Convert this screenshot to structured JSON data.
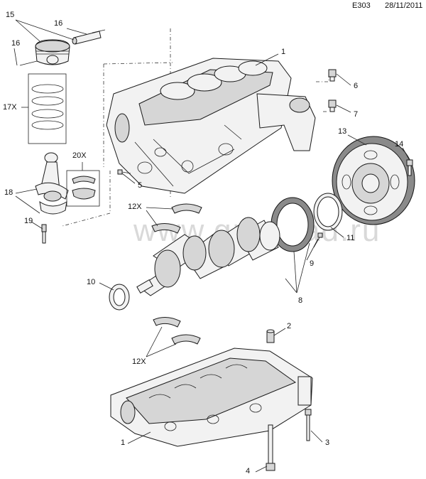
{
  "header": {
    "code": "E303",
    "date": "28/11/2011"
  },
  "watermark": "www.gmsklad.ru",
  "callouts": {
    "c1_top": "1",
    "c1_bottom": "1",
    "c2": "2",
    "c3": "3",
    "c4": "4",
    "c5": "5",
    "c6": "6",
    "c7": "7",
    "c8": "8",
    "c9": "9",
    "c10": "10",
    "c11": "11",
    "c12x_top": "12X",
    "c12x_bottom": "12X",
    "c13": "13",
    "c14": "14",
    "c15": "15",
    "c16_a": "16",
    "c16_b": "16",
    "c17x": "17X",
    "c18": "18",
    "c19": "19",
    "c20x": "20X"
  },
  "parts": [
    "engine-block",
    "block-plug-2",
    "block-bolt-3",
    "main-bolt-4",
    "bolt-5",
    "plug-6",
    "plug-7",
    "flexplate-ring-8",
    "bolt-9",
    "seal-10",
    "seal-11",
    "main-bearings-12x",
    "flywheel-13",
    "flywheel-bolt-14",
    "piston-15",
    "piston-pin-16",
    "piston-rings-17x",
    "connecting-rod-18",
    "rod-bolt-19",
    "rod-bearings-20x"
  ]
}
